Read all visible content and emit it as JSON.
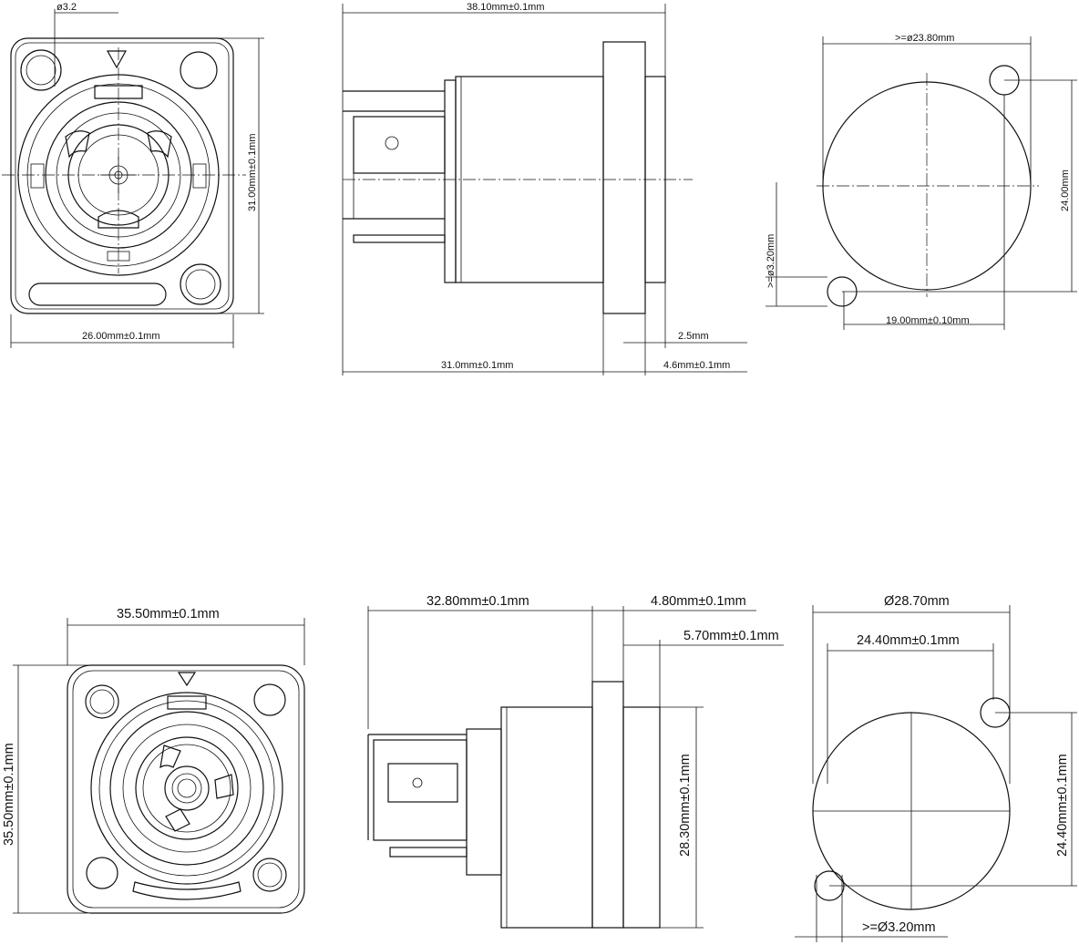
{
  "drawing_set_1": {
    "front_view": {
      "hole_dia": "ø3.2",
      "width": "26.00mm±0.1mm",
      "height": "31.00mm±0.1mm"
    },
    "side_view": {
      "total_length": "38.10mm±0.1mm",
      "body_length": "31.0mm±0.1mm",
      "flange_thickness": "4.6mm±0.1mm",
      "front_protrusion": "2.5mm"
    },
    "panel_cutout": {
      "cutout_dia": ">=ø23.80mm",
      "height": "24.00mm",
      "hole_dia": ">=ø3.20mm",
      "hole_spacing": "19.00mm±0.10mm"
    }
  },
  "drawing_set_2": {
    "front_view": {
      "width": "35.50mm±0.1mm",
      "height": "35.50mm±0.1mm"
    },
    "side_view": {
      "body_length": "32.80mm±0.1mm",
      "flange_thickness": "4.80mm±0.1mm",
      "front_depth": "5.70mm±0.1mm",
      "body_dia": "28.30mm±0.1mm"
    },
    "panel_cutout": {
      "cutout_dia": "Ø28.70mm",
      "hole_spacing_h": "24.40mm±0.1mm",
      "hole_spacing_v": "24.40mm±0.1mm",
      "hole_dia": ">=Ø3.20mm"
    }
  }
}
